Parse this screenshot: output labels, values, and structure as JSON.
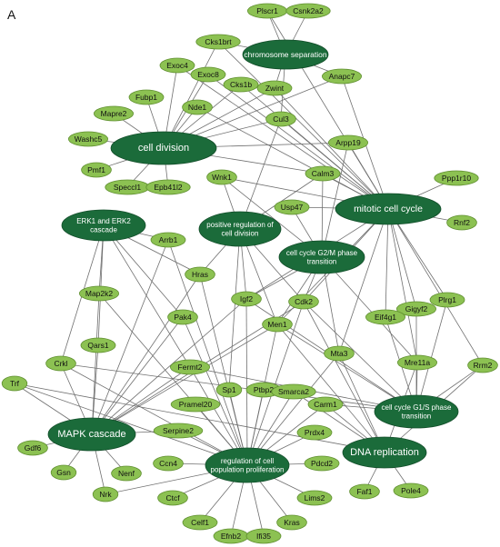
{
  "panel_label": "A",
  "colors": {
    "gene_fill": "#8cc152",
    "term_fill": "#1b6b3a",
    "edge": "#6f6f6f"
  },
  "terms": [
    {
      "id": "chrom",
      "label": [
        "chromosome separation"
      ]
    },
    {
      "id": "celldiv",
      "label": [
        "cell division"
      ]
    },
    {
      "id": "mitotic",
      "label": [
        "mitotic cell cycle"
      ]
    },
    {
      "id": "erk",
      "label": [
        "ERK1 and ERK2",
        "cascade"
      ]
    },
    {
      "id": "posreg",
      "label": [
        "positive regulation of",
        "cell division"
      ]
    },
    {
      "id": "g2m",
      "label": [
        "cell cycle G2/M phase",
        "transition"
      ]
    },
    {
      "id": "mapk",
      "label": [
        "MAPK cascade"
      ]
    },
    {
      "id": "g1s",
      "label": [
        "cell cycle G1/S phase",
        "transition"
      ]
    },
    {
      "id": "dna",
      "label": [
        "DNA replication"
      ]
    },
    {
      "id": "prolif",
      "label": [
        "regulation of cell",
        "population proliferation"
      ]
    }
  ],
  "genes": [
    "Plscr1",
    "Csnk2a2",
    "Cks1brt",
    "Exoc4",
    "Exoc8",
    "Anapc7",
    "Fubp1",
    "Cks1b",
    "Zwint",
    "Mapre2",
    "Nde1",
    "Cul3",
    "Washc5",
    "Arpp19",
    "Pmf1",
    "Speccl1",
    "Epb41l2",
    "Calm3",
    "Wnk1",
    "Ppp1r10",
    "Usp47",
    "Rnf2",
    "Arrb1",
    "Hras",
    "Map2k2",
    "Igf2",
    "Cdk2",
    "Plrg1",
    "Pak4",
    "Gigyf2",
    "Eif4g1",
    "Men1",
    "Qars1",
    "Crkl",
    "Trf",
    "Mta3",
    "Mre11a",
    "Rrm2",
    "Fermt2",
    "Sp1",
    "Ptbp2",
    "Smarca2",
    "Carm1",
    "Pramel20",
    "Gdf6",
    "Serpine2",
    "Prdx4",
    "Gsn",
    "Nenf",
    "Ccn4",
    "Pdcd2",
    "Nrk",
    "Ctcf",
    "Lims2",
    "Faf1",
    "Pole4",
    "Celf1",
    "Efnb2",
    "Ifi35",
    "Kras"
  ],
  "edges": [
    [
      "Plscr1",
      "chrom"
    ],
    [
      "Csnk2a2",
      "chrom"
    ],
    [
      "Cks1brt",
      "chrom"
    ],
    [
      "Anapc7",
      "chrom"
    ],
    [
      "Zwint",
      "chrom"
    ],
    [
      "Cul3",
      "chrom"
    ],
    [
      "Cks1brt",
      "celldiv"
    ],
    [
      "Exoc4",
      "celldiv"
    ],
    [
      "Exoc8",
      "celldiv"
    ],
    [
      "Fubp1",
      "celldiv"
    ],
    [
      "Cks1b",
      "celldiv"
    ],
    [
      "Zwint",
      "celldiv"
    ],
    [
      "Mapre2",
      "celldiv"
    ],
    [
      "Nde1",
      "celldiv"
    ],
    [
      "Cul3",
      "celldiv"
    ],
    [
      "Washc5",
      "celldiv"
    ],
    [
      "Arpp19",
      "celldiv"
    ],
    [
      "Pmf1",
      "celldiv"
    ],
    [
      "Speccl1",
      "celldiv"
    ],
    [
      "Epb41l2",
      "celldiv"
    ],
    [
      "Calm3",
      "celldiv"
    ],
    [
      "Anapc7",
      "celldiv"
    ],
    [
      "Cks1brt",
      "mitotic"
    ],
    [
      "Exoc4",
      "mitotic"
    ],
    [
      "Exoc8",
      "mitotic"
    ],
    [
      "Cks1b",
      "mitotic"
    ],
    [
      "Nde1",
      "mitotic"
    ],
    [
      "Cul3",
      "mitotic"
    ],
    [
      "Anapc7",
      "mitotic"
    ],
    [
      "Zwint",
      "mitotic"
    ],
    [
      "Arpp19",
      "mitotic"
    ],
    [
      "Calm3",
      "mitotic"
    ],
    [
      "Wnk1",
      "mitotic"
    ],
    [
      "Ppp1r10",
      "mitotic"
    ],
    [
      "Usp47",
      "mitotic"
    ],
    [
      "Rnf2",
      "mitotic"
    ],
    [
      "Cdk2",
      "mitotic"
    ],
    [
      "Plrg1",
      "mitotic"
    ],
    [
      "Gigyf2",
      "mitotic"
    ],
    [
      "Eif4g1",
      "mitotic"
    ],
    [
      "Mre11a",
      "mitotic"
    ],
    [
      "Rrm2",
      "mitotic"
    ],
    [
      "Mta3",
      "mitotic"
    ],
    [
      "Men1",
      "mitotic"
    ],
    [
      "Igf2",
      "mitotic"
    ],
    [
      "Plscr1",
      "mitotic"
    ],
    [
      "Cul3",
      "posreg"
    ],
    [
      "Wnk1",
      "posreg"
    ],
    [
      "Calm3",
      "posreg"
    ],
    [
      "Igf2",
      "posreg"
    ],
    [
      "Hras",
      "posreg"
    ],
    [
      "Cdk2",
      "posreg"
    ],
    [
      "Sp1",
      "posreg"
    ],
    [
      "Men1",
      "posreg"
    ],
    [
      "Arpp19",
      "g2m"
    ],
    [
      "Usp47",
      "g2m"
    ],
    [
      "Cdk2",
      "g2m"
    ],
    [
      "Men1",
      "g2m"
    ],
    [
      "Calm3",
      "g2m"
    ],
    [
      "Wnk1",
      "g2m"
    ],
    [
      "Igf2",
      "g2m"
    ],
    [
      "Mta3",
      "g2m"
    ],
    [
      "Mre11a",
      "g2m"
    ],
    [
      "Arrb1",
      "erk"
    ],
    [
      "Map2k2",
      "erk"
    ],
    [
      "Pak4",
      "erk"
    ],
    [
      "Qars1",
      "erk"
    ],
    [
      "Crkl",
      "erk"
    ],
    [
      "Fermt2",
      "erk"
    ],
    [
      "Hras",
      "erk"
    ],
    [
      "Arrb1",
      "mapk"
    ],
    [
      "Map2k2",
      "mapk"
    ],
    [
      "Hras",
      "mapk"
    ],
    [
      "Pak4",
      "mapk"
    ],
    [
      "Qars1",
      "mapk"
    ],
    [
      "Crkl",
      "mapk"
    ],
    [
      "Trf",
      "mapk"
    ],
    [
      "Gdf6",
      "mapk"
    ],
    [
      "Gsn",
      "mapk"
    ],
    [
      "Nenf",
      "mapk"
    ],
    [
      "Nrk",
      "mapk"
    ],
    [
      "Serpine2",
      "mapk"
    ],
    [
      "Fermt2",
      "mapk"
    ],
    [
      "Igf2",
      "mapk"
    ],
    [
      "Men1",
      "mapk"
    ],
    [
      "Cdk2",
      "mapk"
    ],
    [
      "Cdk2",
      "g1s"
    ],
    [
      "Men1",
      "g1s"
    ],
    [
      "Plrg1",
      "g1s"
    ],
    [
      "Gigyf2",
      "g1s"
    ],
    [
      "Eif4g1",
      "g1s"
    ],
    [
      "Mre11a",
      "g1s"
    ],
    [
      "Rrm2",
      "g1s"
    ],
    [
      "Carm1",
      "g1s"
    ],
    [
      "Igf2",
      "g1s"
    ],
    [
      "Cdk2",
      "dna"
    ],
    [
      "Men1",
      "dna"
    ],
    [
      "Mta3",
      "dna"
    ],
    [
      "Mre11a",
      "dna"
    ],
    [
      "Rrm2",
      "dna"
    ],
    [
      "Faf1",
      "dna"
    ],
    [
      "Pole4",
      "dna"
    ],
    [
      "Smarca2",
      "dna"
    ],
    [
      "Carm1",
      "dna"
    ],
    [
      "Hras",
      "prolif"
    ],
    [
      "Igf2",
      "prolif"
    ],
    [
      "Cdk2",
      "prolif"
    ],
    [
      "Men1",
      "prolif"
    ],
    [
      "Sp1",
      "prolif"
    ],
    [
      "Ptbp2",
      "prolif"
    ],
    [
      "Smarca2",
      "prolif"
    ],
    [
      "Carm1",
      "prolif"
    ],
    [
      "Pramel20",
      "prolif"
    ],
    [
      "Serpine2",
      "prolif"
    ],
    [
      "Prdx4",
      "prolif"
    ],
    [
      "Ccn4",
      "prolif"
    ],
    [
      "Pdcd2",
      "prolif"
    ],
    [
      "Nrk",
      "prolif"
    ],
    [
      "Ctcf",
      "prolif"
    ],
    [
      "Lims2",
      "prolif"
    ],
    [
      "Celf1",
      "prolif"
    ],
    [
      "Efnb2",
      "prolif"
    ],
    [
      "Ifi35",
      "prolif"
    ],
    [
      "Kras",
      "prolif"
    ],
    [
      "Fermt2",
      "prolif"
    ],
    [
      "Pak4",
      "prolif"
    ],
    [
      "Arrb1",
      "prolif"
    ],
    [
      "Trf",
      "prolif"
    ],
    [
      "Mta3",
      "prolif"
    ],
    [
      "Map2k2",
      "prolif"
    ],
    [
      "Crkl",
      "prolif"
    ],
    [
      "Crkl",
      "g1s"
    ],
    [
      "Trf",
      "dna"
    ],
    [
      "Fermt2",
      "g1s"
    ]
  ]
}
